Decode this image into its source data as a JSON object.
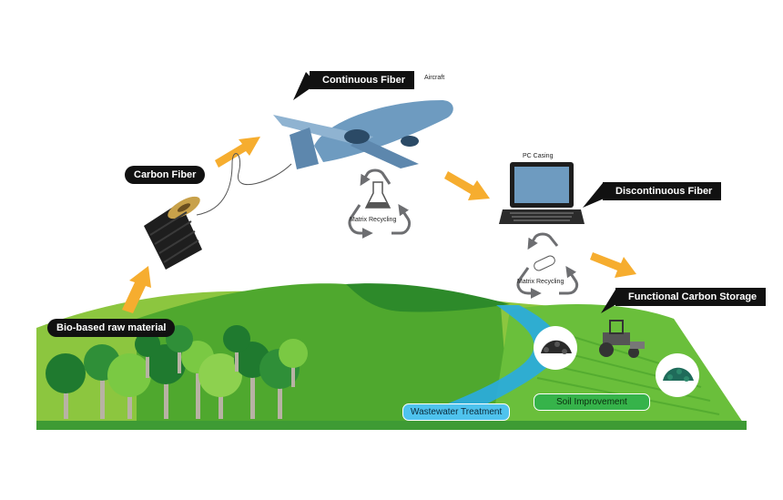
{
  "labels": {
    "continuous_fiber": "Continuous Fiber",
    "aircraft": "Aircraft",
    "carbon_fiber": "Carbon Fiber",
    "pc_casing": "PC Casing",
    "discontinuous_fiber": "Discontinuous Fiber",
    "matrix_recycling_1": "Matrix Recycling",
    "matrix_recycling_2": "Matrix Recycling",
    "functional_carbon_storage": "Functional Carbon Storage",
    "bio_based_raw_material": "Bio-based raw material",
    "wastewater_treatment": "Wastewater Treatment",
    "soil_improvement": "Soil Improvement"
  },
  "colors": {
    "arrow": "#f6ad2f",
    "hill_light": "#8cc63f",
    "hill_mid": "#4fa82e",
    "hill_dark": "#2d8a2a",
    "tree_light": "#7ac943",
    "tree_dark": "#1f7a2f",
    "water": "#29abe2",
    "label_bg": "#111111",
    "plane_body": "#6e9bc0",
    "cycle_grey": "#6d6e71"
  },
  "icons": [
    "spool-icon",
    "airplane-icon",
    "laptop-icon",
    "flask-icon",
    "recycle-icon",
    "fiber-piece-icon",
    "tractor-icon",
    "char-pile-icon"
  ]
}
